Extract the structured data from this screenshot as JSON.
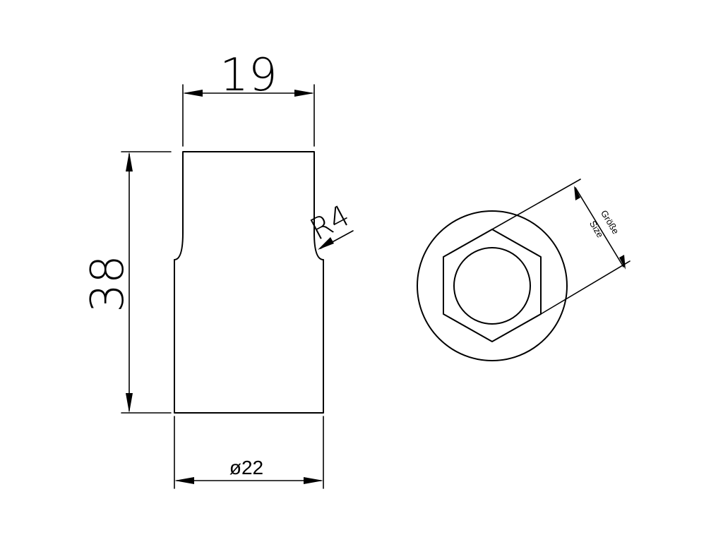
{
  "dimensions": {
    "width_top": "19",
    "height": "38",
    "radius": "R4",
    "diameter_bottom": "ø22",
    "size_label_de": "Größe",
    "size_label_en": "Size"
  },
  "colors": {
    "line": "#000000",
    "background": "#ffffff"
  }
}
